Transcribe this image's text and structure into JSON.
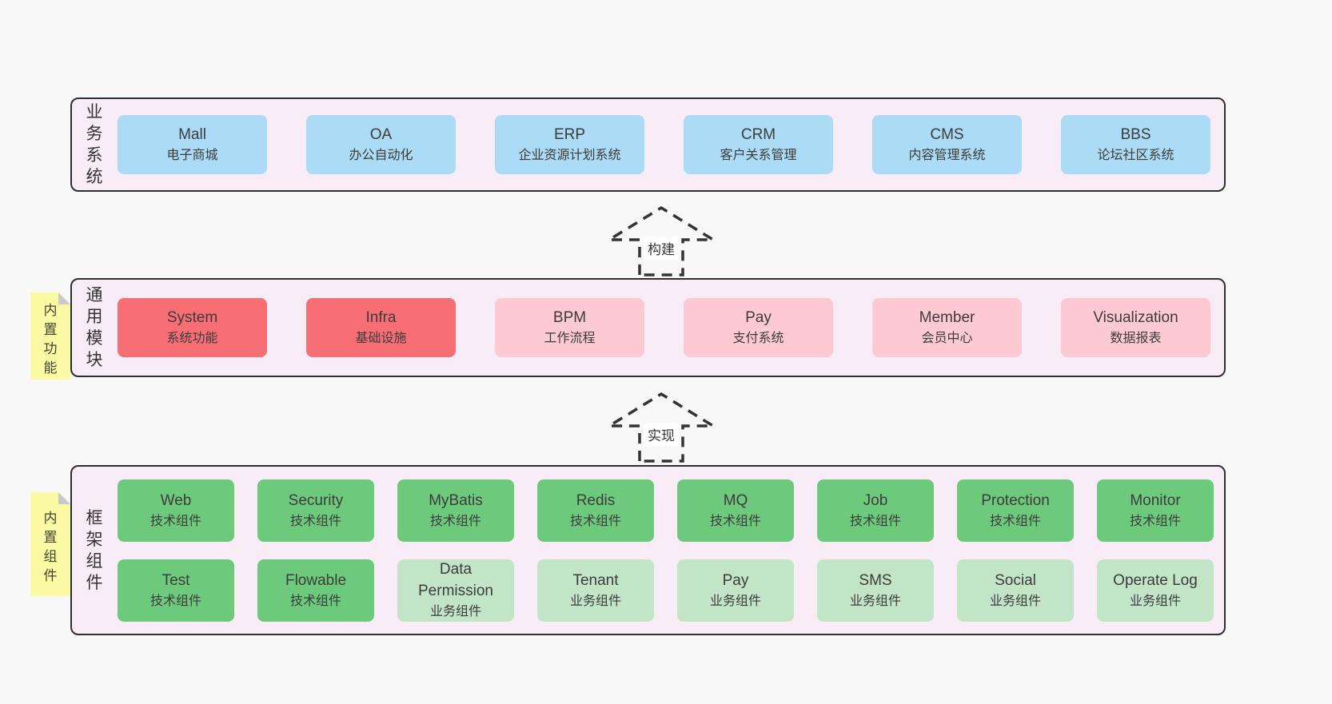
{
  "colors": {
    "blue": "#abdbf5",
    "red": "#f76e75",
    "pink": "#fdc9d2",
    "green": "#6dca7c",
    "green_light": "#c2e5c7",
    "container_bg": "#f8edf6",
    "sticky_bg": "#fafaa5",
    "page_bg": "#f8f8f8",
    "border": "#2f2f2f",
    "text": "#3c3c3c"
  },
  "layers": [
    {
      "label": "业务系统",
      "sticky": null,
      "rows": [
        [
          {
            "name": "Mall",
            "desc": "电子商城",
            "color": "blue"
          },
          {
            "name": "OA",
            "desc": "办公自动化",
            "color": "blue"
          },
          {
            "name": "ERP",
            "desc": "企业资源计划系统",
            "color": "blue"
          },
          {
            "name": "CRM",
            "desc": "客户关系管理",
            "color": "blue"
          },
          {
            "name": "CMS",
            "desc": "内容管理系统",
            "color": "blue"
          },
          {
            "name": "BBS",
            "desc": "论坛社区系统",
            "color": "blue"
          }
        ]
      ]
    },
    {
      "label": "通用模块",
      "sticky": "内置功能",
      "rows": [
        [
          {
            "name": "System",
            "desc": "系统功能",
            "color": "red"
          },
          {
            "name": "Infra",
            "desc": "基础设施",
            "color": "red"
          },
          {
            "name": "BPM",
            "desc": "工作流程",
            "color": "pink"
          },
          {
            "name": "Pay",
            "desc": "支付系统",
            "color": "pink"
          },
          {
            "name": "Member",
            "desc": "会员中心",
            "color": "pink"
          },
          {
            "name": "Visualization",
            "desc": "数据报表",
            "color": "pink"
          }
        ]
      ]
    },
    {
      "label": "框架组件",
      "sticky": "内置组件",
      "rows": [
        [
          {
            "name": "Web",
            "desc": "技术组件",
            "color": "green"
          },
          {
            "name": "Security",
            "desc": "技术组件",
            "color": "green"
          },
          {
            "name": "MyBatis",
            "desc": "技术组件",
            "color": "green"
          },
          {
            "name": "Redis",
            "desc": "技术组件",
            "color": "green"
          },
          {
            "name": "MQ",
            "desc": "技术组件",
            "color": "green"
          },
          {
            "name": "Job",
            "desc": "技术组件",
            "color": "green"
          },
          {
            "name": "Protection",
            "desc": "技术组件",
            "color": "green"
          },
          {
            "name": "Monitor",
            "desc": "技术组件",
            "color": "green"
          }
        ],
        [
          {
            "name": "Test",
            "desc": "技术组件",
            "color": "green"
          },
          {
            "name": "Flowable",
            "desc": "技术组件",
            "color": "green"
          },
          {
            "name": "Data Permission",
            "desc": "业务组件",
            "color": "green_light"
          },
          {
            "name": "Tenant",
            "desc": "业务组件",
            "color": "green_light"
          },
          {
            "name": "Pay",
            "desc": "业务组件",
            "color": "green_light"
          },
          {
            "name": "SMS",
            "desc": "业务组件",
            "color": "green_light"
          },
          {
            "name": "Social",
            "desc": "业务组件",
            "color": "green_light"
          },
          {
            "name": "Operate Log",
            "desc": "业务组件",
            "color": "green_light"
          }
        ]
      ]
    }
  ],
  "arrows": [
    {
      "label": "构建"
    },
    {
      "label": "实现"
    }
  ]
}
